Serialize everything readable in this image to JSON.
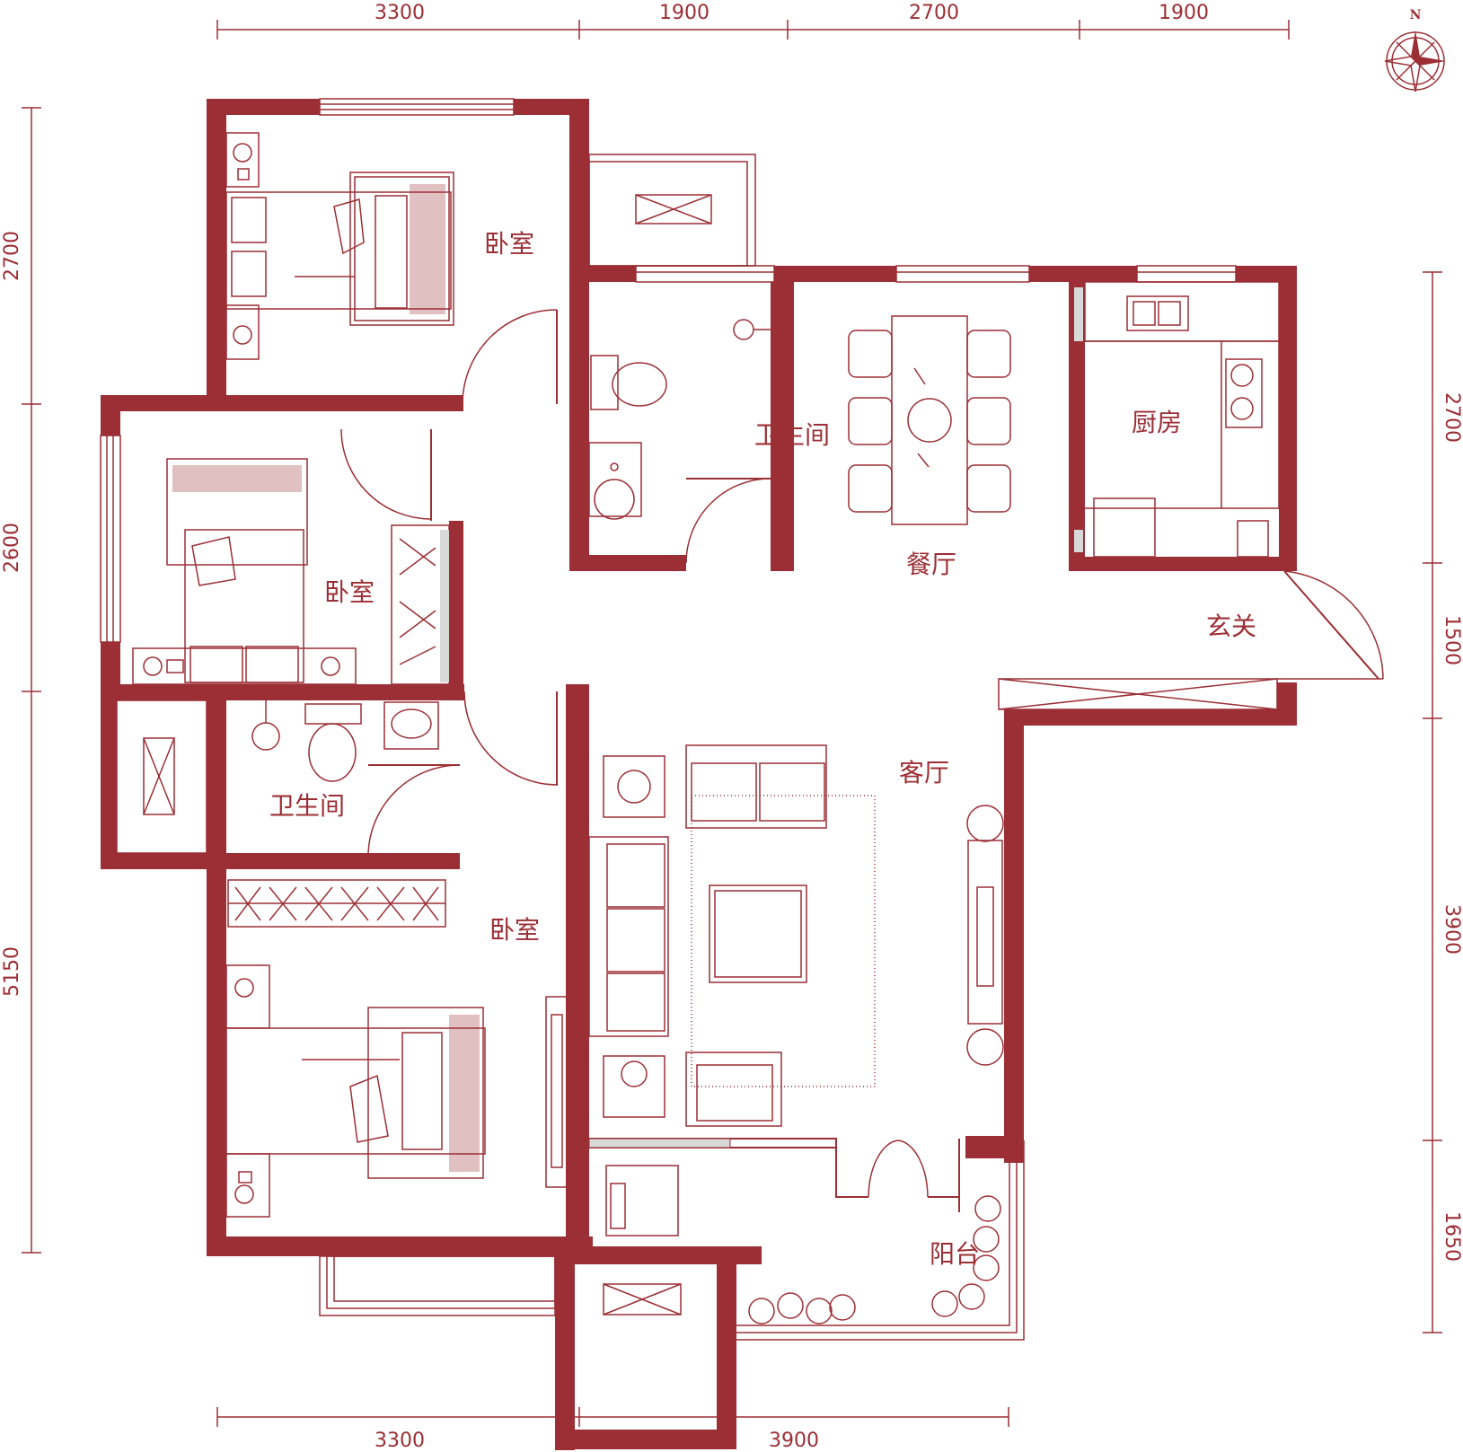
{
  "dimensions": {
    "top": [
      "3300",
      "1900",
      "2700",
      "1900"
    ],
    "bottom": [
      "3300",
      "3900"
    ],
    "left": [
      "2700",
      "2600",
      "5150"
    ],
    "right": [
      "2700",
      "1500",
      "3900",
      "1650"
    ]
  },
  "compass": {
    "north_label": "N"
  },
  "rooms": {
    "bedroom_top": "卧室",
    "bedroom_middle": "卧室",
    "bedroom_bottom": "卧室",
    "bathroom_upper": "卫生间",
    "bathroom_lower": "卫生间",
    "dining_room": "餐厅",
    "kitchen": "厨房",
    "foyer": "玄关",
    "living_room": "客厅",
    "balcony": "阳台"
  },
  "colors": {
    "wall": "#9b2f35",
    "background": "#ffffff"
  }
}
